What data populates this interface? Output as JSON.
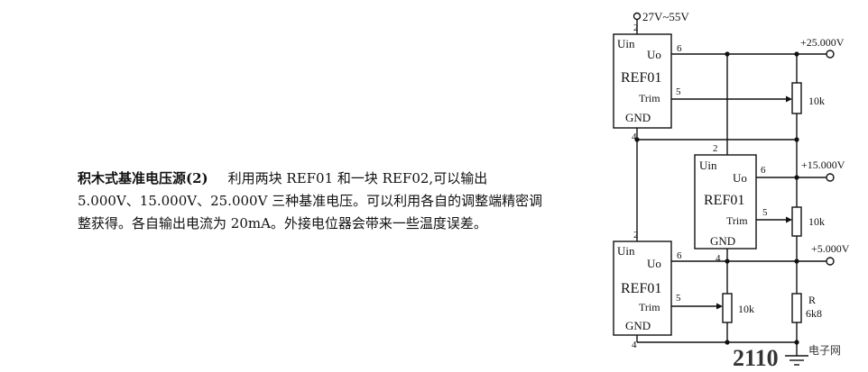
{
  "description": {
    "title": "积木式基准电压源(2)",
    "body": "利用两块 REF01 和一块 REF02,可以输出 5.000V、15.000V、25.000V 三种基准电压。可以利用各自的调整端精密调整获得。各自输出电流为 20mA。外接电位器会带来一些温度误差。"
  },
  "diagram": {
    "supply_label": "27V~55V",
    "chips": [
      {
        "name": "REF01",
        "vin": "Uin",
        "vout": "Uo",
        "trim": "Trim",
        "gnd": "GND",
        "pin_in": "2",
        "pin_out": "6",
        "pin_trim": "5",
        "pin_gnd": "4",
        "pot": "10k"
      },
      {
        "name": "REF01",
        "vin": "Uin",
        "vout": "Uo",
        "trim": "Trim",
        "gnd": "GND",
        "pin_in": "2",
        "pin_out": "6",
        "pin_trim": "5",
        "pin_gnd": "4",
        "pot": "10k"
      },
      {
        "name": "REF01",
        "vin": "Uin",
        "vout": "Uo",
        "trim": "Trim",
        "gnd": "GND",
        "pin_in": "2",
        "pin_out": "6",
        "pin_trim": "5",
        "pin_gnd": "4",
        "pot": "10k"
      }
    ],
    "outputs": [
      "+25.000V",
      "+15.000V",
      "+5.000V"
    ],
    "resistor": {
      "ref": "R",
      "value": "6k8"
    },
    "watermark": {
      "brand": "2110",
      "site": "电子网"
    }
  },
  "colors": {
    "ink": "#111111",
    "watermark": "#e89aa6"
  }
}
